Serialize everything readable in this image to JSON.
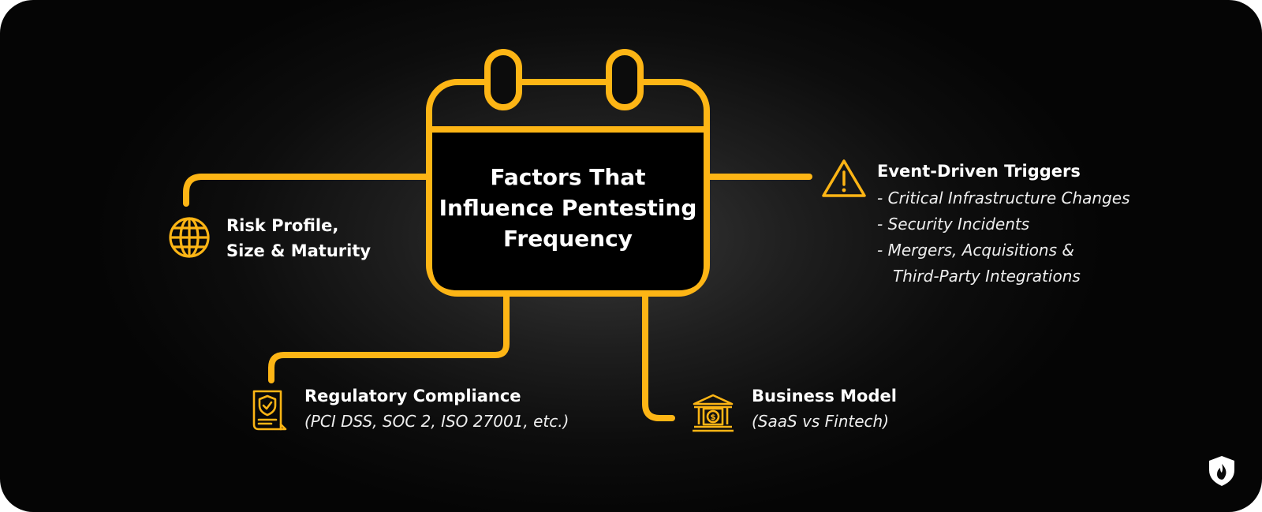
{
  "title_lines": [
    "Factors That",
    "Influence Pentesting",
    "Frequency"
  ],
  "risk": {
    "line1": "Risk Profile,",
    "line2": "Size & Maturity",
    "icon": "globe-icon"
  },
  "event": {
    "title": "Event-Driven Triggers",
    "items": [
      "- Critical Infrastructure Changes",
      "- Security Incidents",
      "- Mergers, Acquisitions &",
      "Third-Party Integrations"
    ],
    "icon": "warning-icon"
  },
  "regulatory": {
    "title": "Regulatory Compliance",
    "subtitle": "(PCI DSS, SOC 2, ISO 27001, etc.)",
    "icon": "certificate-shield-icon"
  },
  "business": {
    "title": "Business Model",
    "subtitle": "(SaaS vs Fintech)",
    "icon": "bank-icon"
  },
  "colors": {
    "accent": "#FDB515",
    "background": "#0b0b0b",
    "text": "#ffffff"
  },
  "logo": "shield-flame-logo"
}
